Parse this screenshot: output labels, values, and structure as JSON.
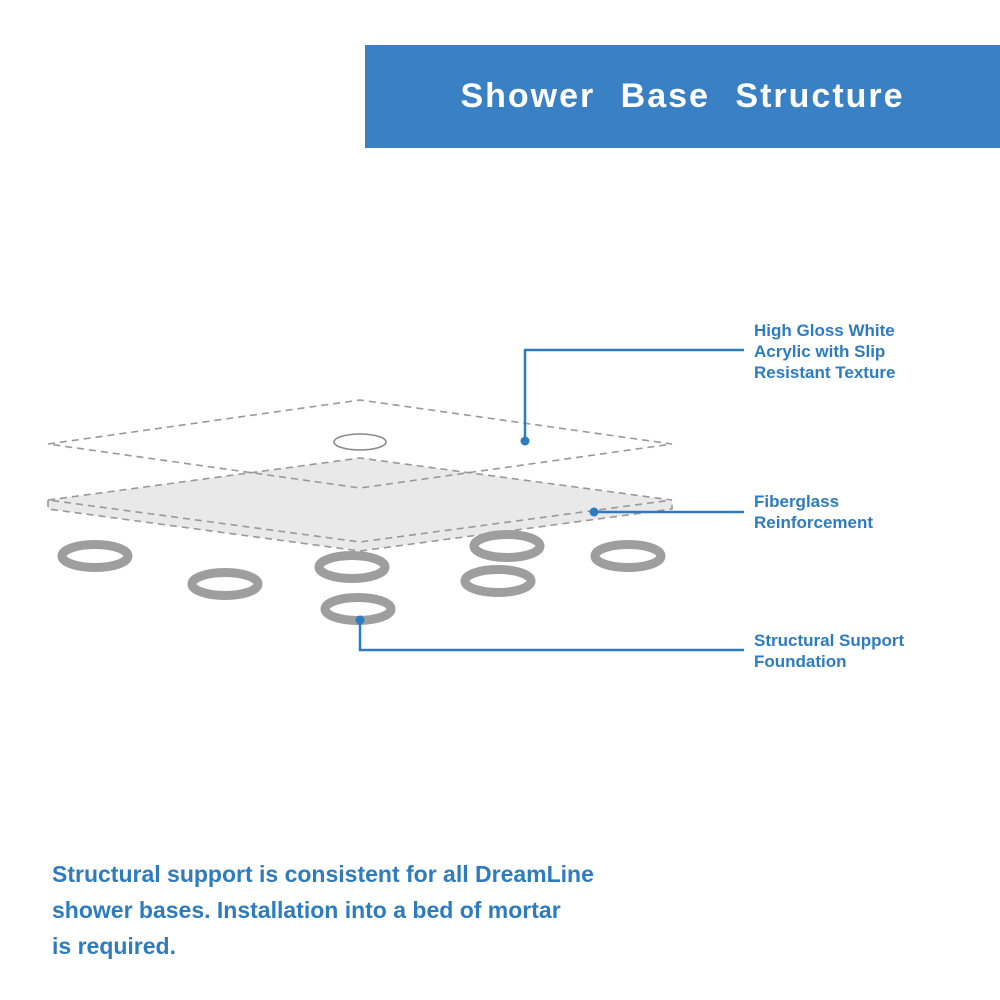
{
  "header": {
    "title": "Shower Base Structure"
  },
  "diagram": {
    "labels": [
      {
        "id": "acrylic",
        "text": "High Gloss White\nAcrylic with Slip\nResistant Texture"
      },
      {
        "id": "fiberglass",
        "text": "Fiberglass\nReinforcement"
      },
      {
        "id": "foundation",
        "text": "Structural Support\nFoundation"
      }
    ]
  },
  "footer": {
    "text": "Structural support is consistent for all DreamLine\nshower bases. Installation into a bed of mortar\nis required."
  },
  "colors": {
    "header_bar_blue": "#3a80c4",
    "accent_text_blue": "#2d7cc0",
    "leader_line_blue": "#2d7cc0",
    "layer_fill_gray": "#e9e9e9",
    "dashed_outline_gray": "#999999",
    "ring_gray": "#9e9e9e"
  }
}
